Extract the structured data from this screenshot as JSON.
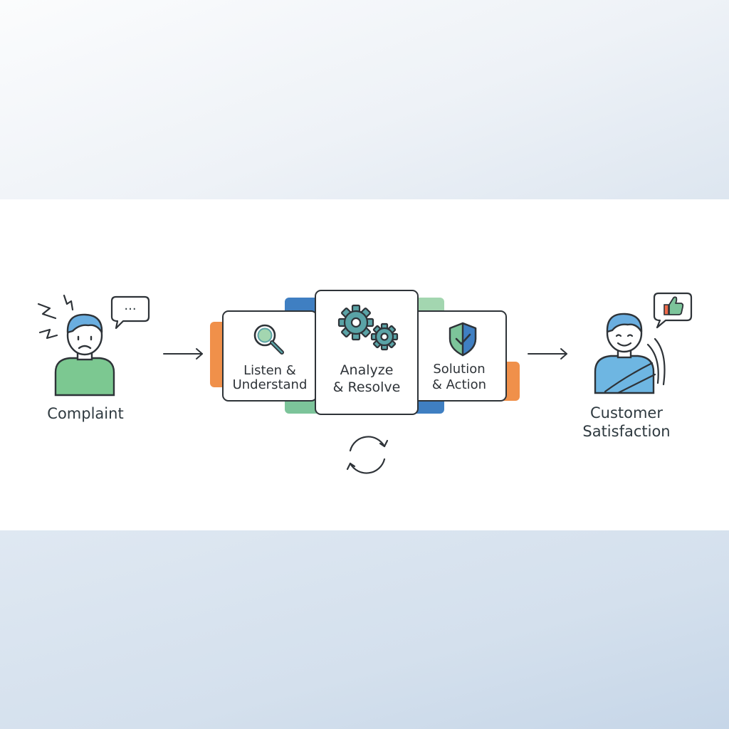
{
  "stages": {
    "start_label": "Complaint",
    "end_label_line1": "Customer",
    "end_label_line2": "Satisfaction"
  },
  "steps": [
    {
      "line1": "Listen &",
      "line2": "Understand",
      "icon": "magnifier-icon"
    },
    {
      "line1": "Analyze",
      "line2": "& Resolve",
      "icon": "gears-icon"
    },
    {
      "line1": "Solution",
      "line2": "& Action",
      "icon": "shield-check-icon"
    }
  ],
  "speech_bubble_text": "...",
  "colors": {
    "orange": "#f0904a",
    "blue": "#3f7fc2",
    "green": "#7cc49a",
    "teal": "#5aa3a6",
    "person_green": "#7cc891",
    "person_blue": "#6eb6e2",
    "hair_blue": "#6aaee0",
    "outline": "#2e3338"
  }
}
